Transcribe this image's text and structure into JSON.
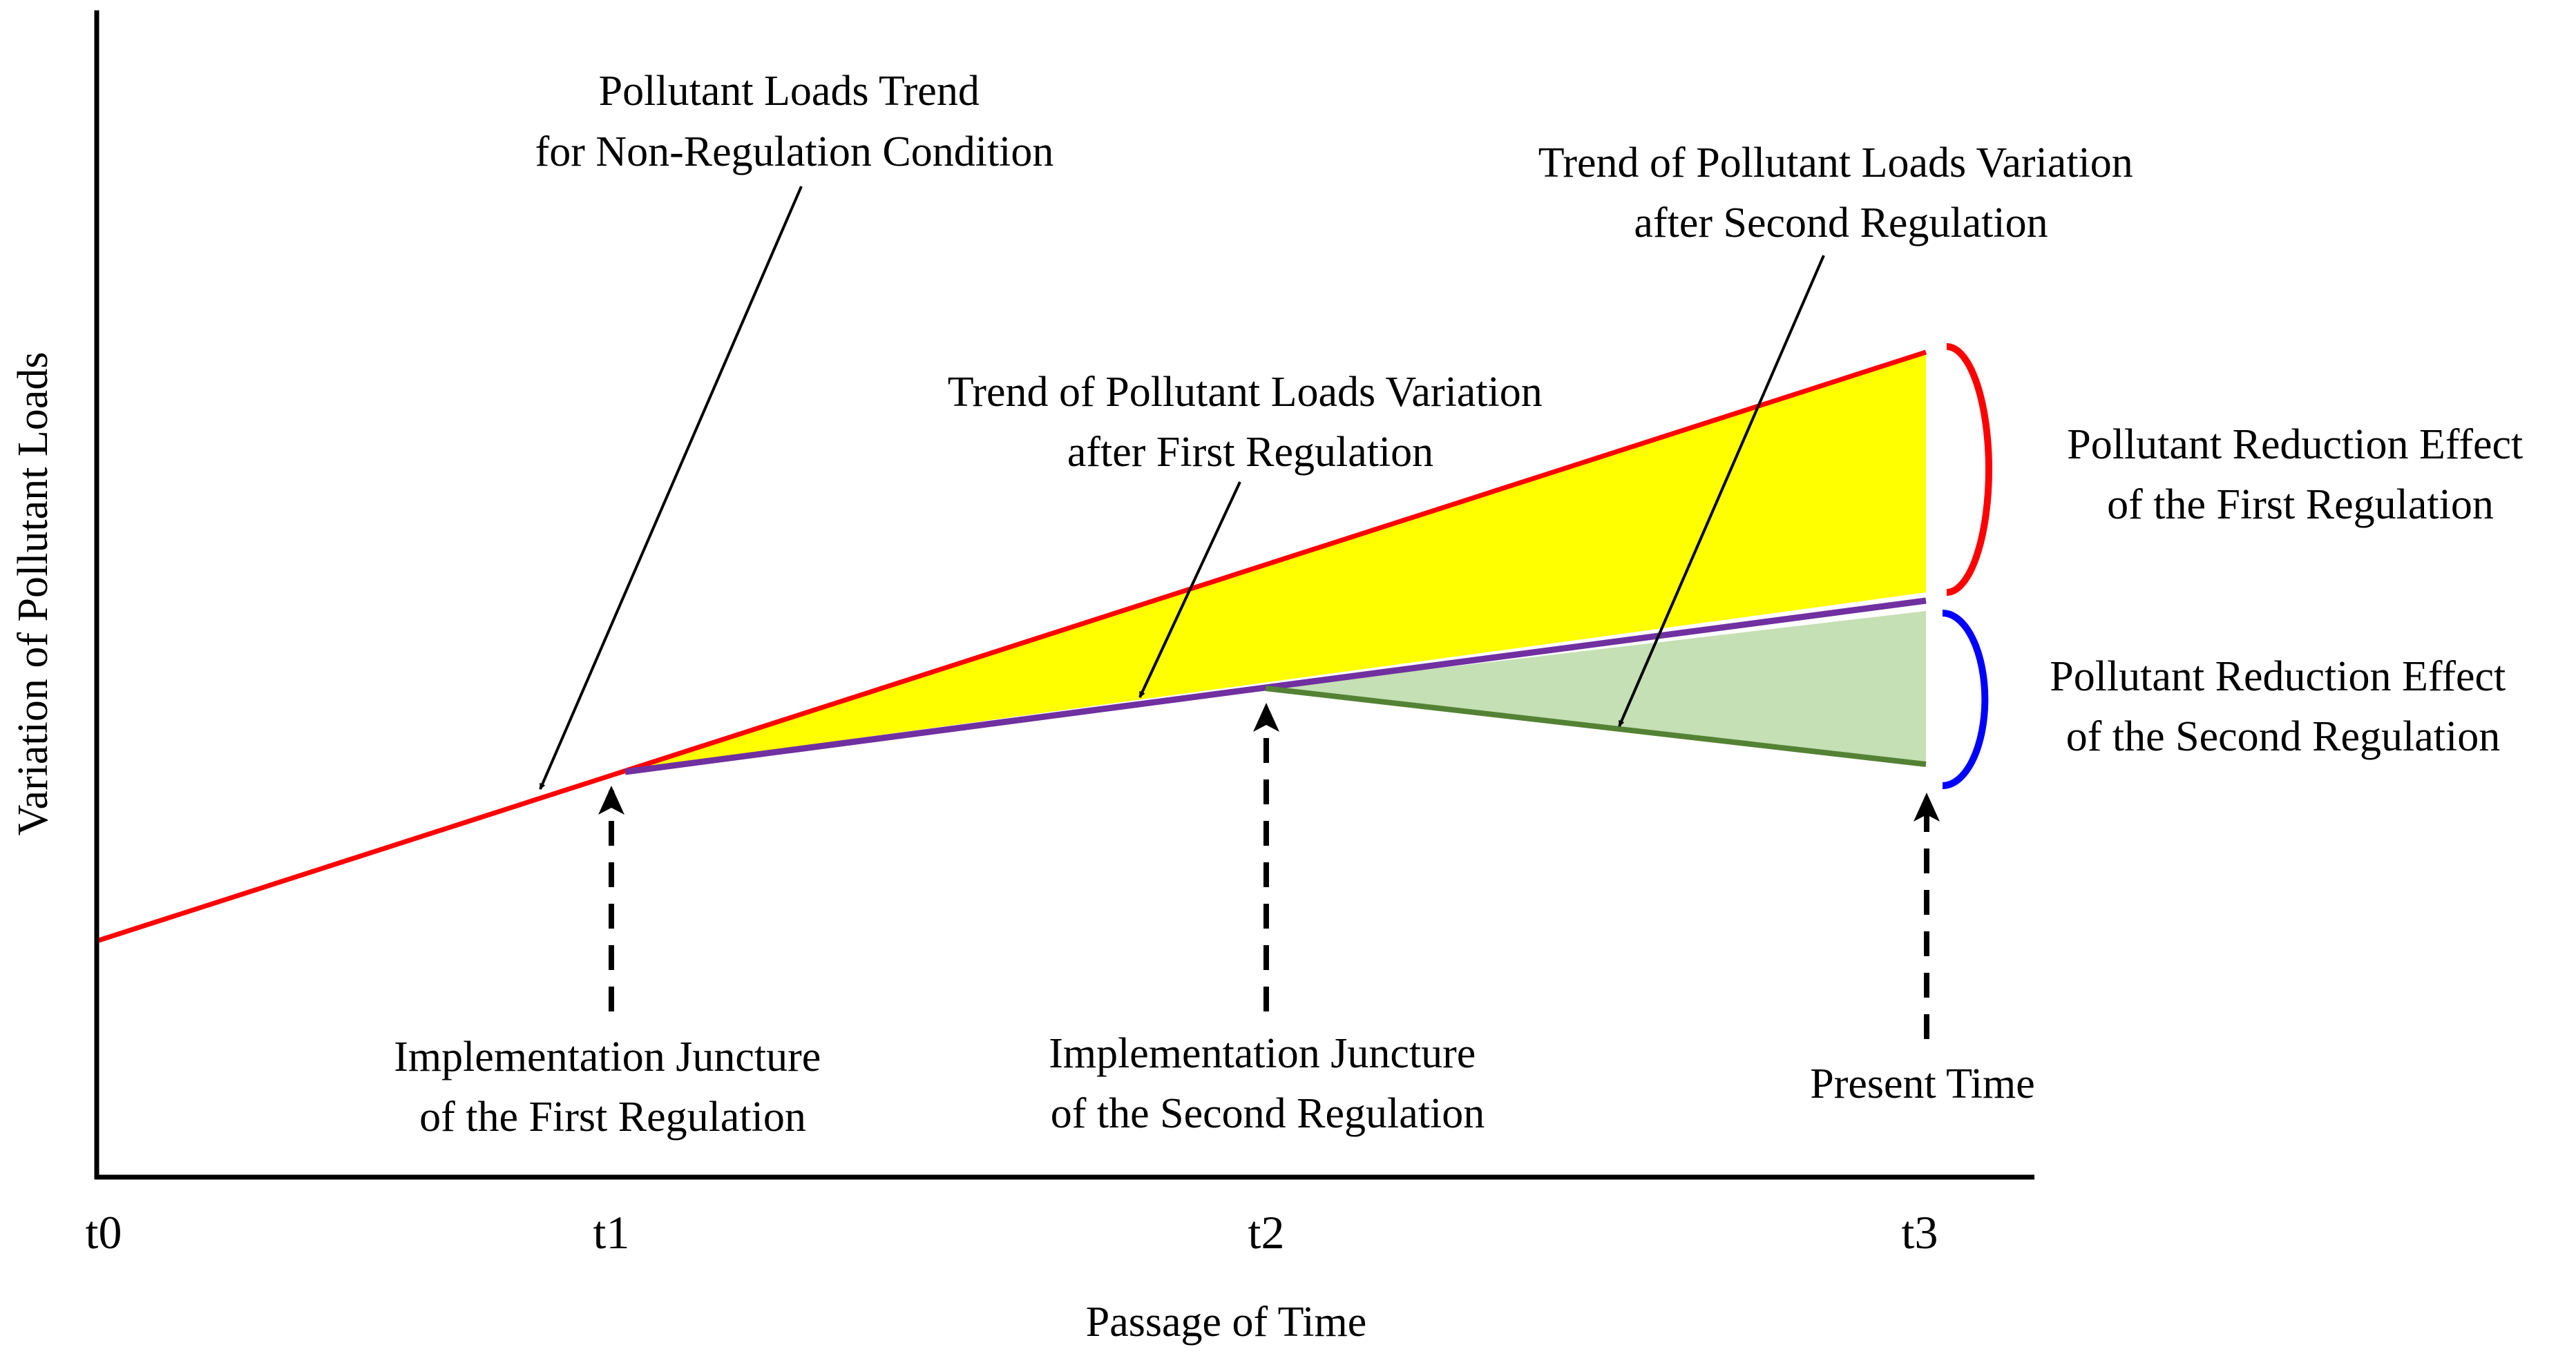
{
  "axes": {
    "y_label": "Variation of Pollutant Loads",
    "x_label": "Passage of Time",
    "ticks": [
      "t0",
      "t1",
      "t2",
      "t3"
    ]
  },
  "annotations": {
    "non_regulation_trend": [
      "Pollutant Loads Trend",
      "for Non-Regulation Condition"
    ],
    "first_regulation_trend": [
      "Trend of Pollutant Loads Variation",
      "after First Regulation"
    ],
    "second_regulation_trend": [
      "Trend of Pollutant Loads Variation",
      "after Second Regulation"
    ],
    "first_reduction_effect": [
      "Pollutant Reduction Effect",
      "of the First Regulation"
    ],
    "second_reduction_effect": [
      "Pollutant Reduction Effect",
      "of the Second Regulation"
    ],
    "first_implementation": [
      "Implementation  Juncture",
      "of the First Regulation"
    ],
    "second_implementation": [
      "Implementation  Juncture",
      "of the Second Regulation"
    ],
    "present_time": "Present Time"
  },
  "colors": {
    "non_regulation_line": "#ff0000",
    "first_regulation_line": "#7030a0",
    "second_regulation_line": "#548235",
    "first_reduction_area": "#ffff00",
    "second_reduction_area": "#c5e0b4",
    "first_effect_bracket": "#ff0000",
    "second_effect_bracket": "#0000ff",
    "axis": "#000000"
  }
}
